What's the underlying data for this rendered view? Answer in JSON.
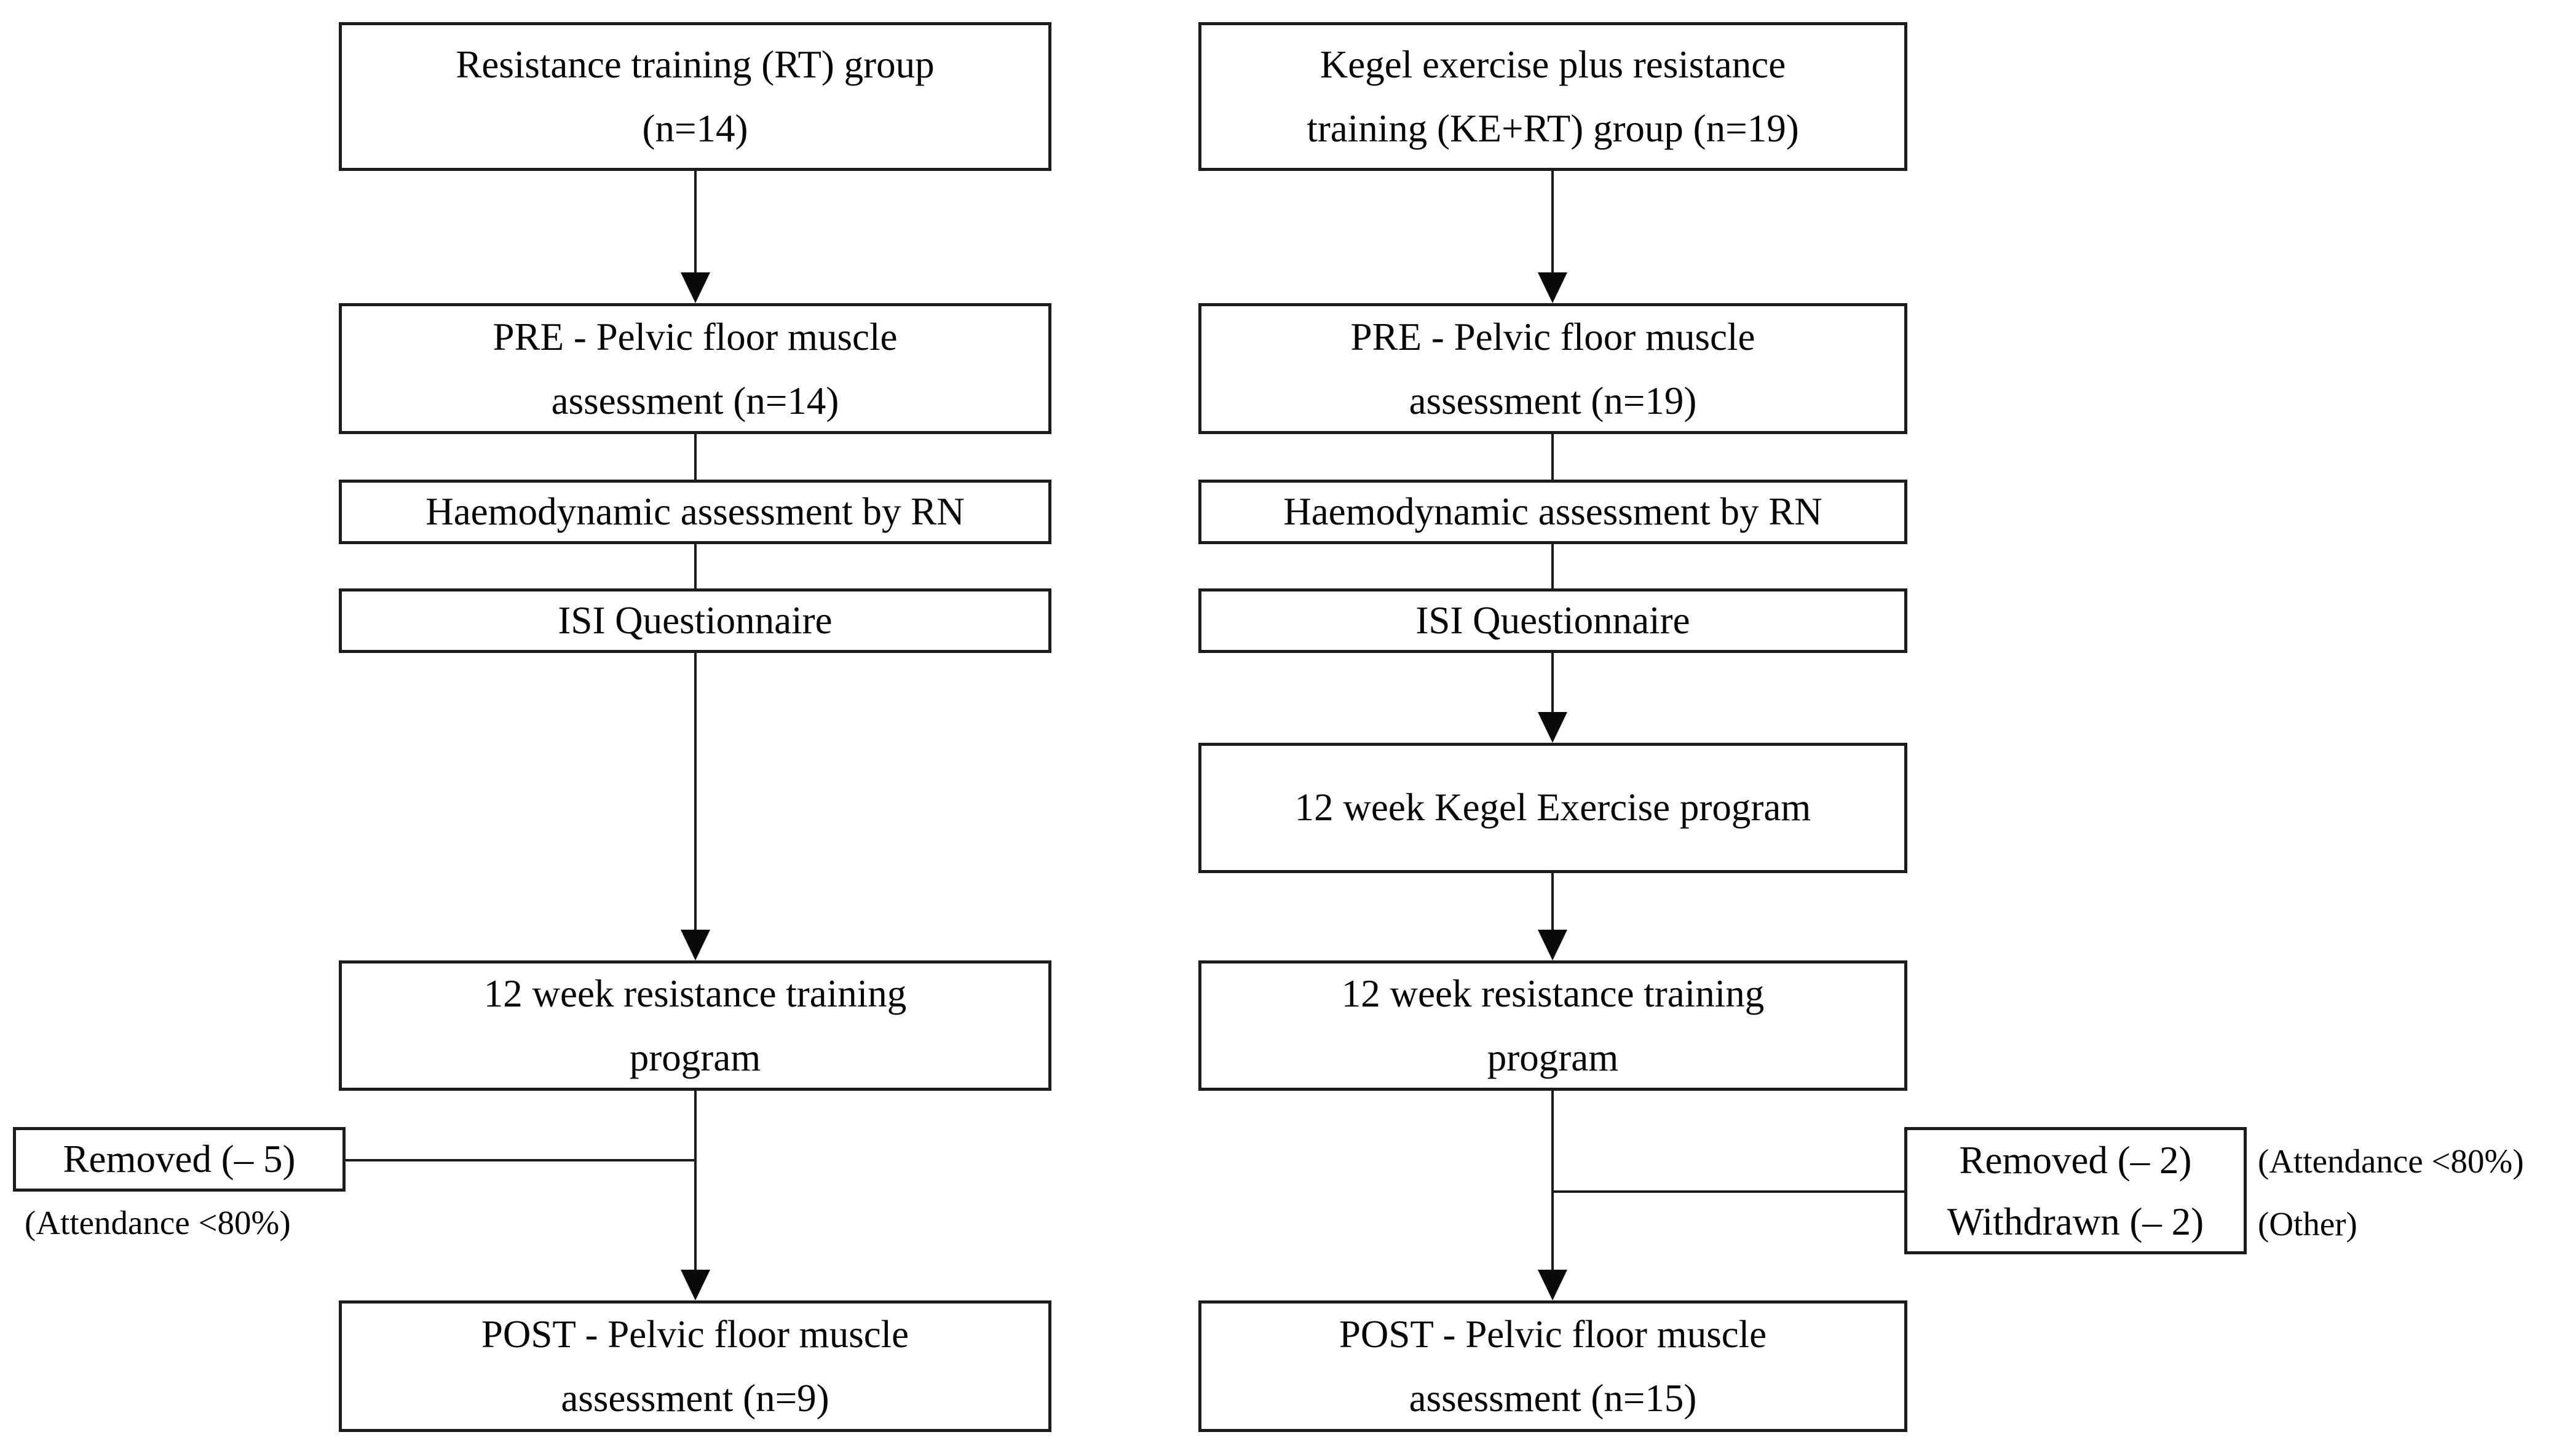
{
  "left_column": {
    "group_box": {
      "lines": [
        "Resistance training (RT) group",
        "(n=14)"
      ]
    },
    "pre_box": {
      "lines": [
        "PRE - Pelvic floor muscle",
        "assessment (n=14)"
      ]
    },
    "haemo_box": {
      "label": "Haemodynamic assessment by RN"
    },
    "isi_box": {
      "label": "ISI Questionnaire"
    },
    "rt_program_box": {
      "lines": [
        "12 week resistance training",
        "program"
      ]
    },
    "removed_box": {
      "label": "Removed (– 5)"
    },
    "removed_note": "(Attendance <80%)",
    "post_box": {
      "lines": [
        "POST - Pelvic floor muscle",
        "assessment (n=9)"
      ]
    }
  },
  "right_column": {
    "group_box": {
      "lines": [
        "Kegel exercise plus resistance",
        "training (KE+RT) group (n=19)"
      ]
    },
    "pre_box": {
      "lines": [
        "PRE - Pelvic floor muscle",
        "assessment (n=19)"
      ]
    },
    "haemo_box": {
      "label": "Haemodynamic assessment by RN"
    },
    "isi_box": {
      "label": "ISI Questionnaire"
    },
    "kegel_box": {
      "label": "12 week Kegel Exercise program"
    },
    "rt_program_box": {
      "lines": [
        "12 week resistance training",
        "program"
      ]
    },
    "removed_box": {
      "lines": [
        "Removed (– 2)",
        "Withdrawn (– 2)"
      ]
    },
    "removed_notes": [
      "(Attendance <80%)",
      "(Other)"
    ],
    "post_box": {
      "lines": [
        "POST - Pelvic floor muscle",
        "assessment (n=15)"
      ]
    }
  },
  "colors": {
    "line": "#1c1c1c",
    "text": "#050505",
    "background": "#ffffff"
  }
}
